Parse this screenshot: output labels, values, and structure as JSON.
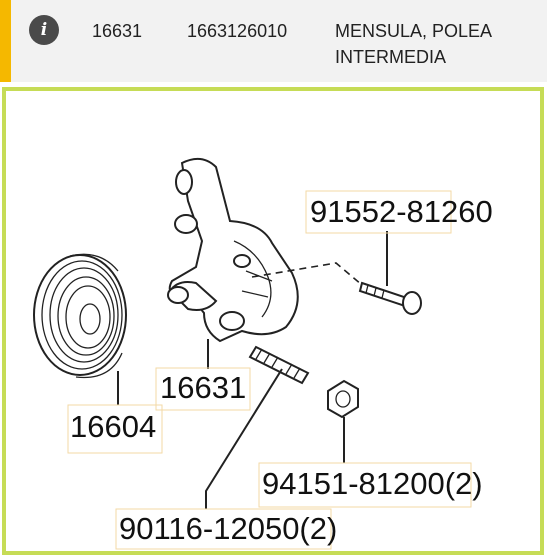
{
  "info": {
    "icon": "info-icon",
    "accent_color": "#f5b800",
    "code": "16631",
    "part_number": "1663126010",
    "description": "MENSULA,  POLEA INTERMEDIA"
  },
  "diagram": {
    "border_color": "#c6dc56",
    "labels": {
      "bolt": "91552-81260",
      "bracket": "16631",
      "pulley": "16604",
      "nut": "94151-81200(2)",
      "stud": "90116-12050(2)"
    }
  }
}
